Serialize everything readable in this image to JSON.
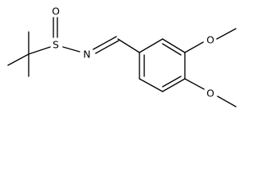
{
  "molecule": {
    "atoms": {
      "oxygen_top": "O",
      "sulfur": "S",
      "nitrogen": "N",
      "oxygen_meta": "O",
      "oxygen_para": "O"
    }
  },
  "colors": {
    "bond": "#000000",
    "background": "#ffffff"
  }
}
